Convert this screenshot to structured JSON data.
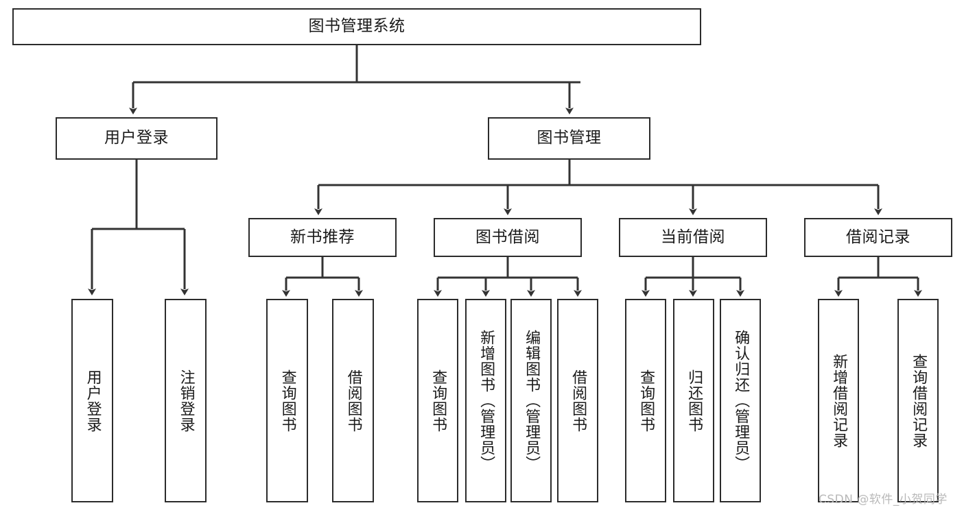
{
  "diagram": {
    "title": "图书管理系统",
    "type": "tree-structure-chart",
    "colors": {
      "node_border": "#2b2b2b",
      "node_fill": "#ffffff",
      "edge": "#333333",
      "text": "#1a1a1a",
      "watermark": "#b9b9b9"
    },
    "nodes": {
      "root": {
        "label": "图书管理系统"
      },
      "level2": [
        {
          "id": "user-login",
          "label": "用户登录"
        },
        {
          "id": "book-manage",
          "label": "图书管理"
        }
      ],
      "level3": [
        {
          "id": "new-book-recommend",
          "label": "新书推荐"
        },
        {
          "id": "book-borrow",
          "label": "图书借阅"
        },
        {
          "id": "current-borrow",
          "label": "当前借阅"
        },
        {
          "id": "borrow-record",
          "label": "借阅记录"
        }
      ],
      "leaves": {
        "user_login": [
          {
            "id": "leaf-user-login",
            "label": "用户登录"
          },
          {
            "id": "leaf-logout-login",
            "label": "注销登录"
          }
        ],
        "new_book_recommend": [
          {
            "id": "leaf-query-book-1",
            "label": "查询图书"
          },
          {
            "id": "leaf-borrow-book-1",
            "label": "借阅图书"
          }
        ],
        "book_borrow": [
          {
            "id": "leaf-query-book-2",
            "label": "查询图书"
          },
          {
            "id": "leaf-add-book",
            "label": "新增图书（管理员）"
          },
          {
            "id": "leaf-edit-book",
            "label": "编辑图书（管理员）"
          },
          {
            "id": "leaf-borrow-book-2",
            "label": "借阅图书"
          }
        ],
        "current_borrow": [
          {
            "id": "leaf-query-book-3",
            "label": "查询图书"
          },
          {
            "id": "leaf-return-book",
            "label": "归还图书"
          },
          {
            "id": "leaf-confirm-return",
            "label": "确认归还（管理员）"
          }
        ],
        "borrow_record": [
          {
            "id": "leaf-add-record",
            "label": "新增借阅记录"
          },
          {
            "id": "leaf-query-record",
            "label": "查询借阅记录"
          }
        ]
      }
    }
  },
  "watermark": {
    "text": "CSDN @软件_小贺同学"
  }
}
